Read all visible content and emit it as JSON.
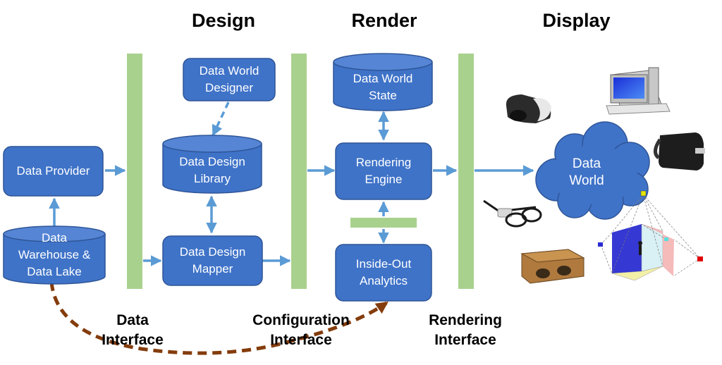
{
  "headers": {
    "design": "Design",
    "render": "Render",
    "display": "Display"
  },
  "interfaces": {
    "data": "Data\nInterface",
    "configuration": "Configuration\nInterface",
    "rendering": "Rendering\nInterface"
  },
  "nodes": {
    "data_provider": "Data Provider",
    "data_warehouse": "Data\nWarehouse &\nData Lake",
    "data_world_designer": "Data World\nDesigner",
    "data_design_library": "Data Design\nLibrary",
    "data_design_mapper": "Data Design\nMapper",
    "data_world_state": "Data World\nState",
    "rendering_engine": "Rendering\nEngine",
    "inside_out_analytics": "Inside-Out\nAnalytics",
    "data_world": "Data\nWorld"
  },
  "display_devices": [
    "desktop-computer",
    "vr-headset",
    "oculus-headset",
    "smart-glasses",
    "cardboard-viewer",
    "cave-projection"
  ],
  "colors": {
    "box_fill": "#3F73C8",
    "box_stroke": "#2F5597",
    "interface_bar": "#A9D18E",
    "arrow": "#5B9BD5",
    "feedback_arrow": "#843C0C"
  }
}
